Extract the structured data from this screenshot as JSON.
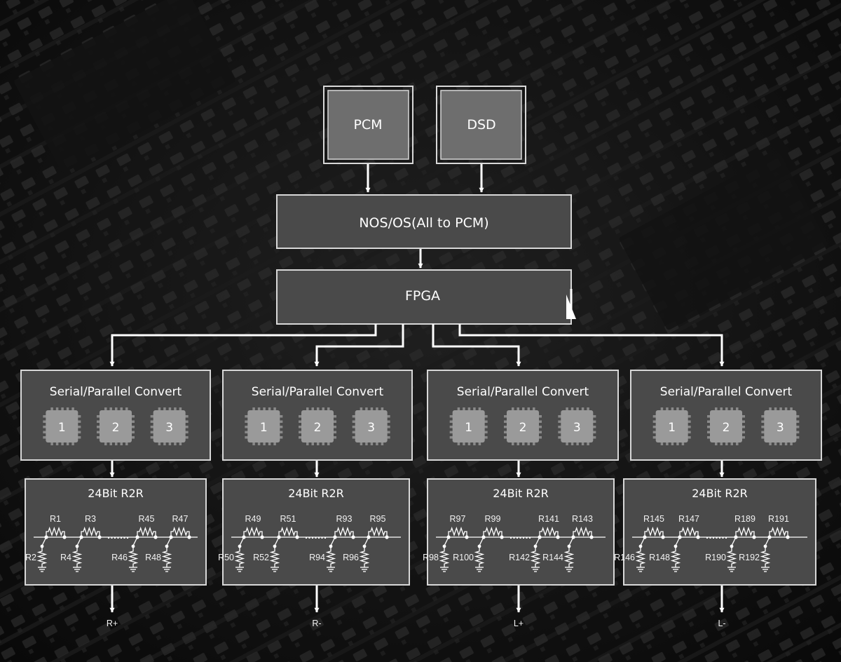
{
  "inputs": {
    "pcm": "PCM",
    "dsd": "DSD"
  },
  "nos_os": "NOS/OS(All to PCM)",
  "fpga": "FPGA",
  "channels": [
    {
      "convert_label": "Serial/Parallel Convert",
      "chips": [
        "1",
        "2",
        "3"
      ],
      "r2r_label": "24Bit R2R",
      "series_resistors": [
        "R1",
        "R3",
        "R45",
        "R47"
      ],
      "shunt_resistors": [
        "R2",
        "R4",
        "R46",
        "R48"
      ],
      "output": "R+"
    },
    {
      "convert_label": "Serial/Parallel Convert",
      "chips": [
        "1",
        "2",
        "3"
      ],
      "r2r_label": "24Bit R2R",
      "series_resistors": [
        "R49",
        "R51",
        "R93",
        "R95"
      ],
      "shunt_resistors": [
        "R50",
        "R52",
        "R94",
        "R96"
      ],
      "output": "R-"
    },
    {
      "convert_label": "Serial/Parallel Convert",
      "chips": [
        "1",
        "2",
        "3"
      ],
      "r2r_label": "24Bit R2R",
      "series_resistors": [
        "R97",
        "R99",
        "R141",
        "R143"
      ],
      "shunt_resistors": [
        "R98",
        "R100",
        "R142",
        "R144"
      ],
      "output": "L+"
    },
    {
      "convert_label": "Serial/Parallel Convert",
      "chips": [
        "1",
        "2",
        "3"
      ],
      "r2r_label": "24Bit R2R",
      "series_resistors": [
        "R145",
        "R147",
        "R189",
        "R191"
      ],
      "shunt_resistors": [
        "R146",
        "R148",
        "R190",
        "R192"
      ],
      "output": "L-"
    }
  ],
  "colors": {
    "box_fill": "#4a4a4a",
    "box_stroke": "#d8d8d8",
    "chip_fill": "#9a9a9a",
    "line": "#ffffff"
  }
}
